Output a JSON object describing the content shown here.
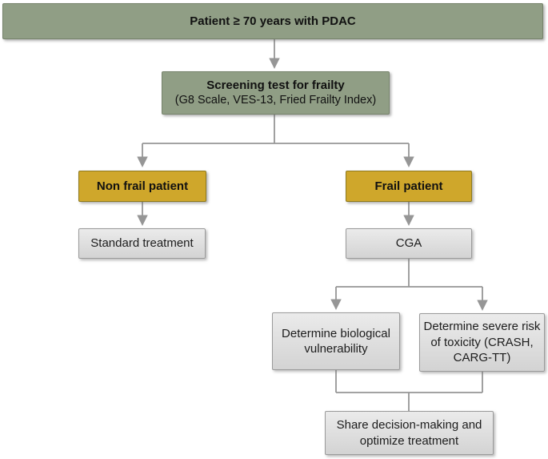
{
  "diagram": {
    "banner": "Patient ≥ 70 years with PDAC",
    "screening": {
      "title": "Screening test for frailty",
      "subtitle": "(G8 Scale, VES-13, Fried Frailty Index)"
    },
    "non_frail": "Non frail patient",
    "frail": "Frail patient",
    "standard_treatment": "Standard treatment",
    "cga": "CGA",
    "biological_vulnerability": "Determine biological vulnerability",
    "toxicity_risk": "Determine severe risk of toxicity (CRASH, CARG-TT)",
    "shared_decision": "Share decision-making and optimize treatment",
    "colors": {
      "green_box": "#909E85",
      "gold_box": "#CFA72B",
      "gray_box": "#DCDCDC",
      "connector": "#969696",
      "text": "#111111"
    }
  }
}
